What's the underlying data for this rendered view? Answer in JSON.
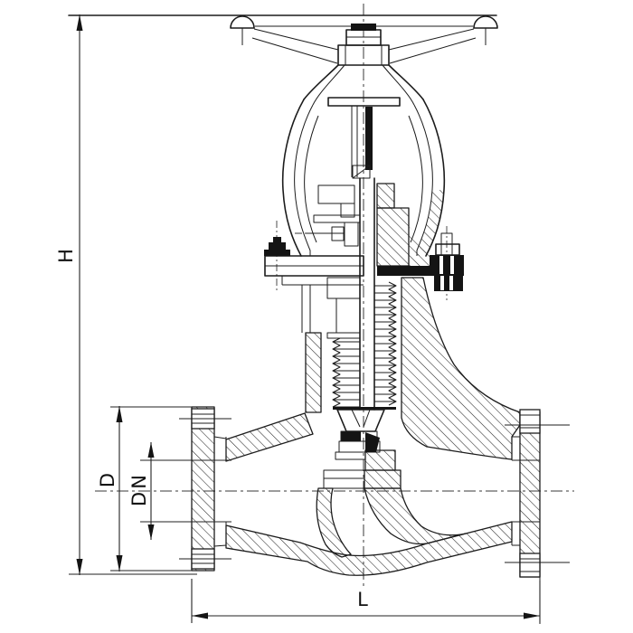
{
  "drawing": {
    "kind": "valve-sectional-technical-drawing",
    "labels": {
      "h": "H",
      "d": "D",
      "dn": "DN",
      "l": "L"
    },
    "colors": {
      "line": "#1c1c1c",
      "background": "#ffffff"
    }
  }
}
